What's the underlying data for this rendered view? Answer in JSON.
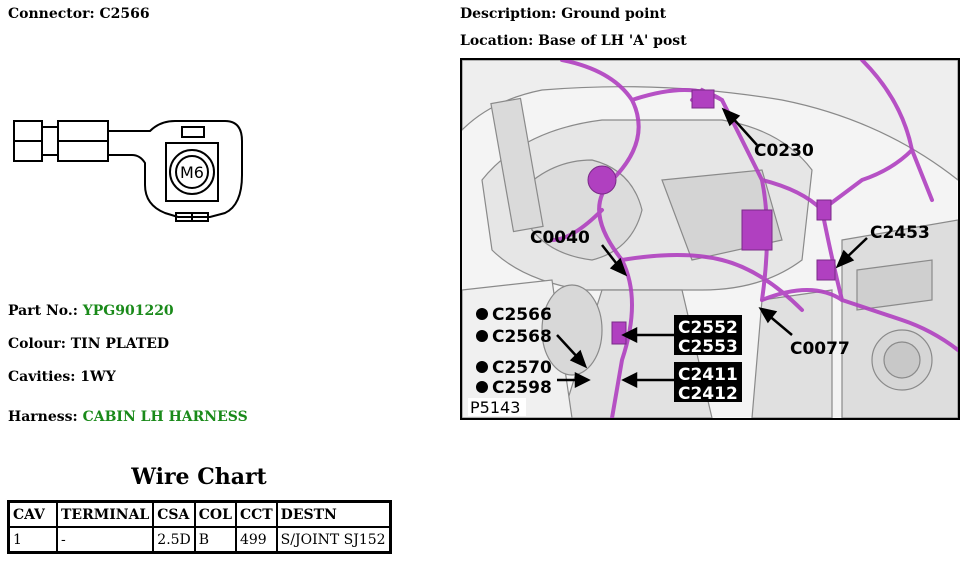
{
  "header": {
    "connector_label": "Connector: ",
    "connector_value": "C2566",
    "description_label": "Description: ",
    "description_value": "Ground point",
    "location_label": "Location: ",
    "location_value": "Base of LH 'A' post"
  },
  "connector_diagram": {
    "stud_label": "M6"
  },
  "details": {
    "part_label": "Part No.: ",
    "part_value": "YPG901220",
    "colour_label": "Colour: ",
    "colour_value": "TIN PLATED",
    "cavities_label": "Cavities: ",
    "cavities_value": "1WY",
    "harness_label": "Harness: ",
    "harness_value": "CABIN LH HARNESS"
  },
  "wire_chart": {
    "title": "Wire Chart",
    "headers": [
      "CAV",
      "TERMINAL",
      "CSA",
      "COL",
      "CCT",
      "DESTN"
    ],
    "rows": [
      [
        "1",
        "-",
        "2.5D",
        "B",
        "499",
        "S/JOINT SJ152"
      ]
    ]
  },
  "photo": {
    "callouts": {
      "c0230": "C0230",
      "c0040": "C0040",
      "c2453": "C2453",
      "c0077": "C0077",
      "c2566": "C2566",
      "c2568": "C2568",
      "c2570": "C2570",
      "c2598": "C2598",
      "c2552": "C2552",
      "c2553": "C2553",
      "c2411": "C2411",
      "c2412": "C2412"
    },
    "reference_id": "P5143"
  },
  "colors": {
    "harness": "#b040c0",
    "link_green": "#1a8a1a"
  }
}
